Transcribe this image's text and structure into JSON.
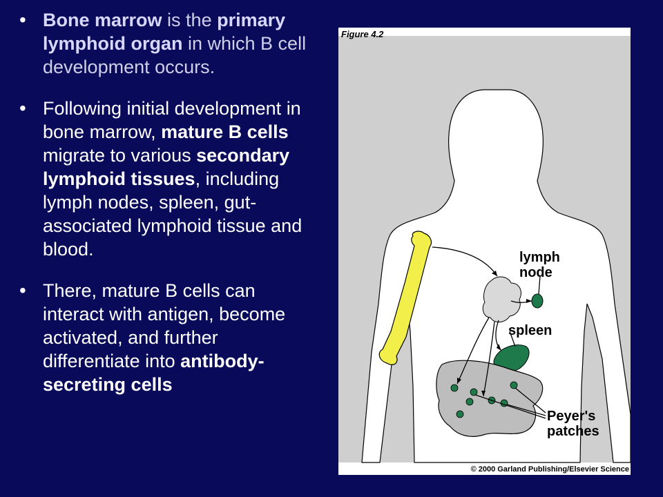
{
  "bullets": [
    {
      "segments": [
        {
          "text": "Bone marrow",
          "bold": true
        },
        {
          "text": " is the ",
          "bold": false
        },
        {
          "text": "primary lymphoid organ",
          "bold": true
        },
        {
          "text": " in which B cell development occurs.",
          "bold": false
        }
      ]
    },
    {
      "segments": [
        {
          "text": "Following initial development in bone marrow, ",
          "bold": false
        },
        {
          "text": "mature B cells",
          "bold": true
        },
        {
          "text": " migrate to various ",
          "bold": false
        },
        {
          "text": "secondary lymphoid tissues",
          "bold": true
        },
        {
          "text": ", including lymph nodes, spleen, gut-associated lymphoid tissue and blood.",
          "bold": false
        }
      ]
    },
    {
      "segments": [
        {
          "text": "There, mature B cells can interact with antigen, become activated, and further differentiate into ",
          "bold": false
        },
        {
          "text": "antibody-secreting cells",
          "bold": true
        }
      ]
    }
  ],
  "bullet_glyph": "•",
  "figure": {
    "title": "Figure 4.2",
    "credit": "© 2000 Garland Publishing/Elsevier Science",
    "labels": {
      "lymph_node": "lymph node",
      "spleen": "spleen",
      "peyers": "Peyer's patches"
    },
    "colors": {
      "background": "#cfcfcf",
      "bone": "#f2ef4a",
      "organ": "#1e7a4a",
      "body": "#ffffff",
      "gut": "#bdbdbd"
    }
  }
}
